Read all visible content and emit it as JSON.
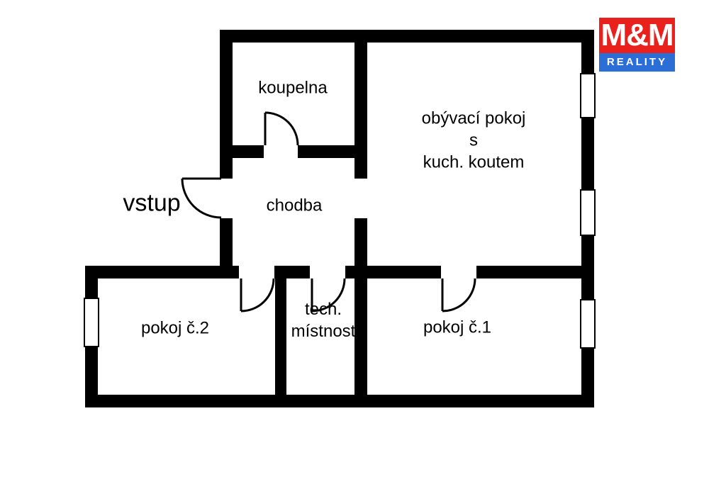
{
  "plan": {
    "rooms": {
      "koupelna": {
        "label": "koupelna"
      },
      "obyvaci_pokoj": {
        "lines": [
          "obývací pokoj",
          "s",
          "kuch. koutem"
        ]
      },
      "chodba": {
        "label": "chodba"
      },
      "pokoj_2": {
        "label": "pokoj č.2"
      },
      "tech_mistnost": {
        "lines": [
          "tech.",
          "místnost"
        ]
      },
      "pokoj_1": {
        "label": "pokoj č.1"
      }
    },
    "entrance_label": "vstup"
  },
  "logo": {
    "top": "M&M",
    "bottom": "REALITY",
    "colors": {
      "red": "#e8211d",
      "blue": "#2b6fd6",
      "text": "#ffffff"
    }
  },
  "colors": {
    "wall": "#000000",
    "background": "#ffffff",
    "text": "#000000"
  }
}
